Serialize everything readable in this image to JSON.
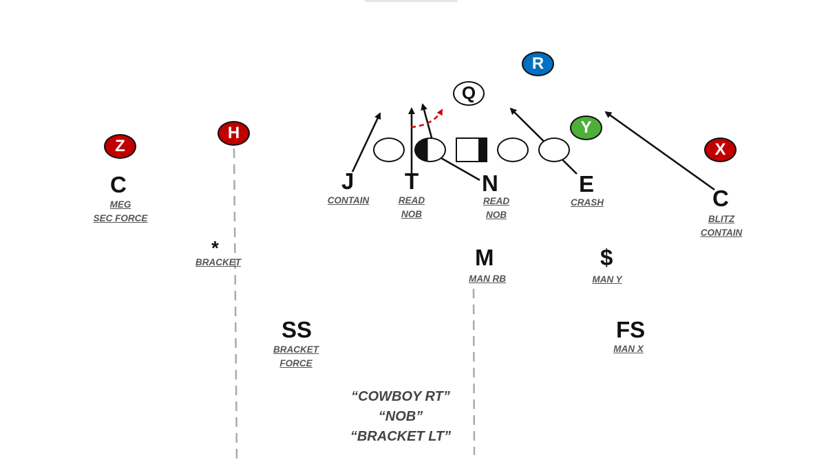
{
  "offense": {
    "z": "Z",
    "h": "H",
    "q": "Q",
    "r": "R",
    "y": "Y",
    "x": "X"
  },
  "defense": {
    "corner_left": {
      "label": "C",
      "assignment_1": "MEG",
      "assignment_2": "SEC FORCE"
    },
    "star": {
      "label": "*",
      "assignment_1": "BRACKET"
    },
    "jack": {
      "label": "J",
      "assignment_1": "CONTAIN"
    },
    "tackle": {
      "label": "T",
      "assignment_1": "READ",
      "assignment_2": "NOB"
    },
    "nose": {
      "label": "N",
      "assignment_1": "READ",
      "assignment_2": "NOB"
    },
    "end": {
      "label": "E",
      "assignment_1": "CRASH"
    },
    "corner_right": {
      "label": "C",
      "assignment_1": "BLITZ",
      "assignment_2": "CONTAIN"
    },
    "mike": {
      "label": "M",
      "assignment_1": "MAN RB"
    },
    "money": {
      "label": "$",
      "assignment_1": "MAN Y"
    },
    "strong_safety": {
      "label": "SS",
      "assignment_1": "BRACKET",
      "assignment_2": "FORCE"
    },
    "free_safety": {
      "label": "FS",
      "assignment_1": "MAN X"
    }
  },
  "calls": [
    "“COWBOY RT”",
    "“NOB”",
    "“BRACKET LT”"
  ],
  "colors": {
    "receiver_red": "#c00000",
    "running_back_blue": "#0070c0",
    "tight_end_green": "#4daf39",
    "route_dashed_red": "#cc0000",
    "ink": "#111111",
    "assignment_gray": "#555555",
    "guide_line_gray": "#aaaaaa"
  }
}
